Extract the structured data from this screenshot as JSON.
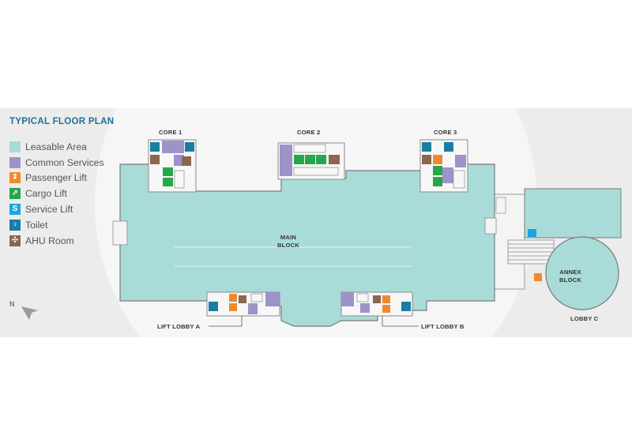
{
  "title": "TYPICAL FLOOR PLAN",
  "legend": [
    {
      "label": "Leasable Area",
      "color": "#a9dcd8",
      "icon": "leasable-area-swatch"
    },
    {
      "label": "Common Services",
      "color": "#9d93c9",
      "icon": "common-services-swatch"
    },
    {
      "label": "Passenger Lift",
      "color": "#ee8a2e",
      "icon": "passenger-lift-icon"
    },
    {
      "label": "Cargo Lift",
      "color": "#27a64a",
      "icon": "cargo-lift-icon"
    },
    {
      "label": "Service Lift",
      "color": "#1ba6dc",
      "icon": "service-lift-icon"
    },
    {
      "label": "Toilet",
      "color": "#1a7ea3",
      "icon": "toilet-icon"
    },
    {
      "label": "AHU Room",
      "color": "#8b6650",
      "icon": "ahu-room-icon"
    }
  ],
  "labels": {
    "core1": "CORE 1",
    "core2": "CORE 2",
    "core3": "CORE 3",
    "main_block_line1": "MAIN",
    "main_block_line2": "BLOCK",
    "annex_block_line1": "ANNEX",
    "annex_block_line2": "BLOCK",
    "lift_lobby_a": "LIFT LOBBY A",
    "lift_lobby_b": "LIFT LOBBY B",
    "lobby_c": "LOBBY C",
    "north": "N"
  }
}
